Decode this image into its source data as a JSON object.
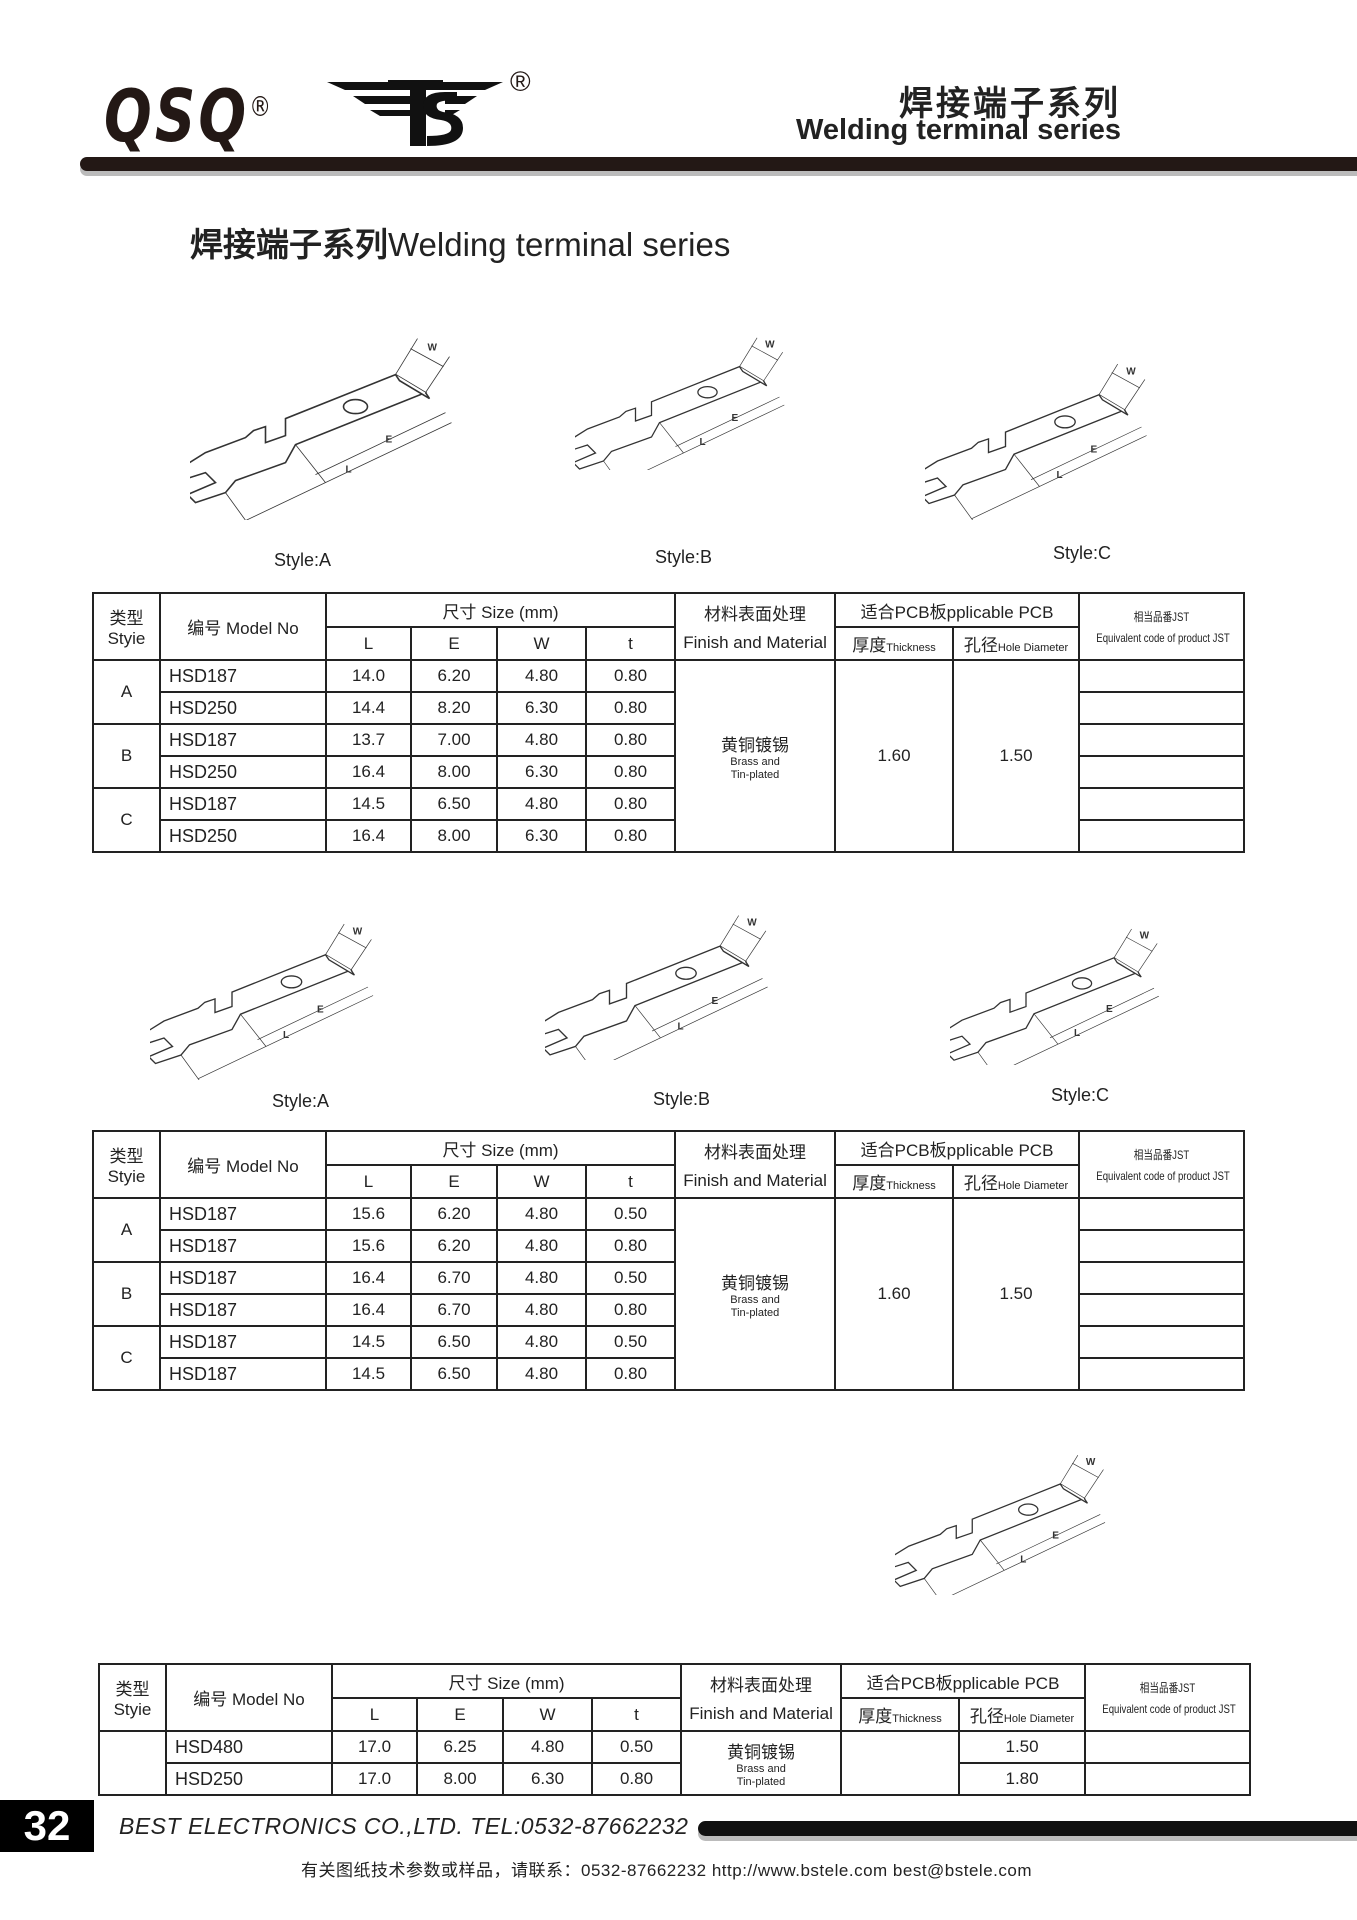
{
  "header": {
    "logo_qsq": "QSQ",
    "logo_bs": "BS",
    "registered": "®",
    "title_cn": "焊接端子系列",
    "title_en": "Welding terminal series"
  },
  "section_title": {
    "cn": "焊接端子系列",
    "en": "Welding terminal series"
  },
  "drawings": {
    "dim_labels": {
      "w": "W",
      "e": "E",
      "l": "L"
    },
    "row1_labels": [
      "Style:A",
      "Style:B",
      "Style:C"
    ],
    "row2_labels": [
      "Style:A",
      "Style:B",
      "Style:C"
    ]
  },
  "table_header": {
    "style_cn": "类型",
    "style_en": "Styie",
    "model": "编号 Model No",
    "size": "尺寸 Size (mm)",
    "L": "L",
    "E": "E",
    "W": "W",
    "t": "t",
    "material_cn": "材料表面处理",
    "material_en": "Finish and Material",
    "pcb": "适合PCB板pplicable PCB",
    "thickness_cn": "厚度",
    "thickness_en": "Thickness",
    "hole_cn": "孔径",
    "hole_en": "Hole Diameter",
    "jst_cn": "相当品番JST",
    "jst_en": "Equivalent code of product JST"
  },
  "tables": [
    {
      "material_cn": "黄铜镀锡",
      "material_en1": "Brass and",
      "material_en2": "Tin-plated",
      "thickness": "1.60",
      "hole": "1.50",
      "groups": [
        {
          "style": "A",
          "rows": [
            {
              "model": "HSD187",
              "L": "14.0",
              "E": "6.20",
              "W": "4.80",
              "t": "0.80"
            },
            {
              "model": "HSD250",
              "L": "14.4",
              "E": "8.20",
              "W": "6.30",
              "t": "0.80"
            }
          ]
        },
        {
          "style": "B",
          "rows": [
            {
              "model": "HSD187",
              "L": "13.7",
              "E": "7.00",
              "W": "4.80",
              "t": "0.80"
            },
            {
              "model": "HSD250",
              "L": "16.4",
              "E": "8.00",
              "W": "6.30",
              "t": "0.80"
            }
          ]
        },
        {
          "style": "C",
          "rows": [
            {
              "model": "HSD187",
              "L": "14.5",
              "E": "6.50",
              "W": "4.80",
              "t": "0.80"
            },
            {
              "model": "HSD250",
              "L": "16.4",
              "E": "8.00",
              "W": "6.30",
              "t": "0.80"
            }
          ]
        }
      ]
    },
    {
      "material_cn": "黄铜镀锡",
      "material_en1": "Brass and",
      "material_en2": "Tin-plated",
      "thickness": "1.60",
      "hole": "1.50",
      "groups": [
        {
          "style": "A",
          "rows": [
            {
              "model": "HSD187",
              "L": "15.6",
              "E": "6.20",
              "W": "4.80",
              "t": "0.50"
            },
            {
              "model": "HSD187",
              "L": "15.6",
              "E": "6.20",
              "W": "4.80",
              "t": "0.80"
            }
          ]
        },
        {
          "style": "B",
          "rows": [
            {
              "model": "HSD187",
              "L": "16.4",
              "E": "6.70",
              "W": "4.80",
              "t": "0.50"
            },
            {
              "model": "HSD187",
              "L": "16.4",
              "E": "6.70",
              "W": "4.80",
              "t": "0.80"
            }
          ]
        },
        {
          "style": "C",
          "rows": [
            {
              "model": "HSD187",
              "L": "14.5",
              "E": "6.50",
              "W": "4.80",
              "t": "0.50"
            },
            {
              "model": "HSD187",
              "L": "14.5",
              "E": "6.50",
              "W": "4.80",
              "t": "0.80"
            }
          ]
        }
      ]
    },
    {
      "material_cn": "黄铜镀锡",
      "material_en1": "Brass and",
      "material_en2": "Tin-plated",
      "thickness": "",
      "groups": [
        {
          "style": "",
          "rows": [
            {
              "model": "HSD480",
              "L": "17.0",
              "E": "6.25",
              "W": "4.80",
              "t": "0.50",
              "hole": "1.50"
            },
            {
              "model": "HSD250",
              "L": "17.0",
              "E": "8.00",
              "W": "6.30",
              "t": "0.80",
              "hole": "1.80"
            }
          ]
        }
      ]
    }
  ],
  "footer": {
    "page_number": "32",
    "company": "BEST ELECTRONICS CO.,LTD. TEL:0532-87662232",
    "contact": "有关图纸技术参数或样品，请联系：0532-87662232 http://www.bstele.com  best@bstele.com"
  }
}
